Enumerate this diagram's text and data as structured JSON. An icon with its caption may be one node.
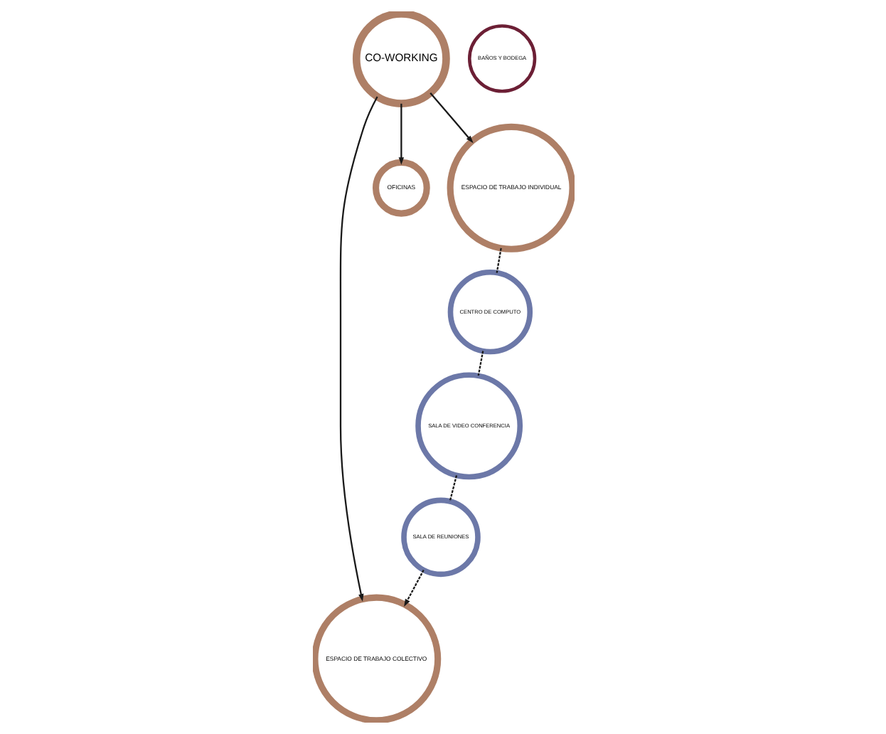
{
  "diagram": {
    "nodes": [
      {
        "text": [
          "CO-WORKING"
        ]
      },
      {
        "text": [
          "ESPACIO DE TRABAJO COLECTIVO"
        ]
      },
      {
        "text": [
          "OFICINAS"
        ]
      },
      {
        "text": [
          "ESPACIO DE TRABAJO INDIVIDUAL"
        ]
      },
      {
        "text": [
          "SALA DE REUNIONES"
        ]
      },
      {
        "text": [
          "SALA DE VIDEO CONFERENCIA"
        ]
      },
      {
        "text": [
          "CENTRO DE COMPUTO"
        ]
      },
      {
        "text": [
          "BAÑOS Y BODEGA"
        ]
      }
    ],
    "edges": [
      {
        "from": 0,
        "to": 1,
        "arrow": "to"
      },
      {
        "from": 0,
        "to": 2,
        "arrow": "to"
      },
      {
        "from": 0,
        "to": 3,
        "arrow": "to"
      },
      {
        "from": 3,
        "to": 6,
        "arrow": "none",
        "style": "dashed"
      },
      {
        "from": 6,
        "to": 5,
        "arrow": "none",
        "style": "dashed"
      },
      {
        "from": 5,
        "to": 4,
        "arrow": "none",
        "style": "dashed"
      },
      {
        "from": 4,
        "to": 1,
        "arrow": "to",
        "style": "dashed"
      }
    ]
  }
}
